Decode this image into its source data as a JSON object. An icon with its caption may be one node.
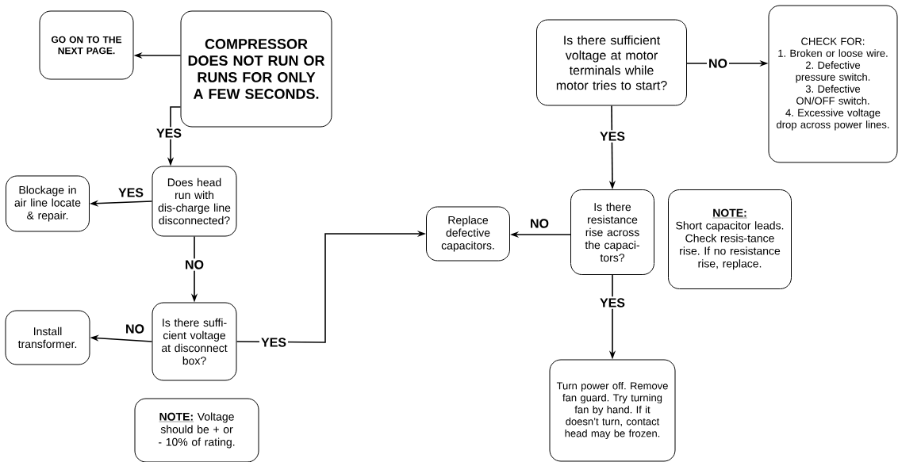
{
  "diagram": {
    "nodes": [
      {
        "text": [
          "GO ON TO THE NEXT PAGE."
        ]
      },
      {
        "text": [
          "COMPRESSOR DOES NOT RUN OR RUNS FOR ONLY A FEW SECONDS."
        ]
      },
      {
        "text": [
          "Does head run with dis-charge line disconnected?"
        ]
      },
      {
        "text": [
          "Blockage in air line locate & repair."
        ]
      },
      {
        "text": [
          "Is there suffi-cient voltage at disconnect box?"
        ]
      },
      {
        "text": [
          "Install transformer."
        ]
      },
      {
        "text": [
          "NOTE:",
          "Voltage should be + or - 10% of rating."
        ]
      },
      {
        "text": [
          "Replace defective capacitors."
        ]
      },
      {
        "text": [
          "Is there sufficient voltage at motor terminals while motor tries to start?"
        ]
      },
      {
        "text": [
          "CHECK FOR:",
          "1. Broken or loose wire.",
          "2. Defective pressure switch.",
          "3. Defective ON/OFF switch.",
          "4. Excessive voltage drop across power lines."
        ]
      },
      {
        "text": [
          "Is there resistance rise across the capaci-tors?"
        ]
      },
      {
        "text": [
          "NOTE:",
          "Short capacitor leads. Check resis-tance rise. If no resistance rise, replace."
        ]
      },
      {
        "text": [
          "Turn power off. Remove fan guard. Try turning fan by hand. If it doesn’t turn, contact head may be frozen."
        ]
      }
    ],
    "edges": [
      {
        "from": 1,
        "to": 0,
        "arrow": "to"
      },
      {
        "from": 1,
        "to": 2,
        "arrow": "to",
        "label": "YES"
      },
      {
        "from": 2,
        "to": 3,
        "arrow": "to",
        "label": "YES"
      },
      {
        "from": 2,
        "to": 4,
        "arrow": "to",
        "label": "NO"
      },
      {
        "from": 4,
        "to": 5,
        "arrow": "to",
        "label": "NO"
      },
      {
        "from": 4,
        "to": 7,
        "arrow": "to",
        "label": "YES"
      },
      {
        "from": 8,
        "to": 9,
        "arrow": "to",
        "label": "NO"
      },
      {
        "from": 8,
        "to": 10,
        "arrow": "to",
        "label": "YES"
      },
      {
        "from": 10,
        "to": 7,
        "arrow": "to",
        "label": "NO"
      },
      {
        "from": 10,
        "to": 12,
        "arrow": "to",
        "label": "YES"
      }
    ]
  }
}
